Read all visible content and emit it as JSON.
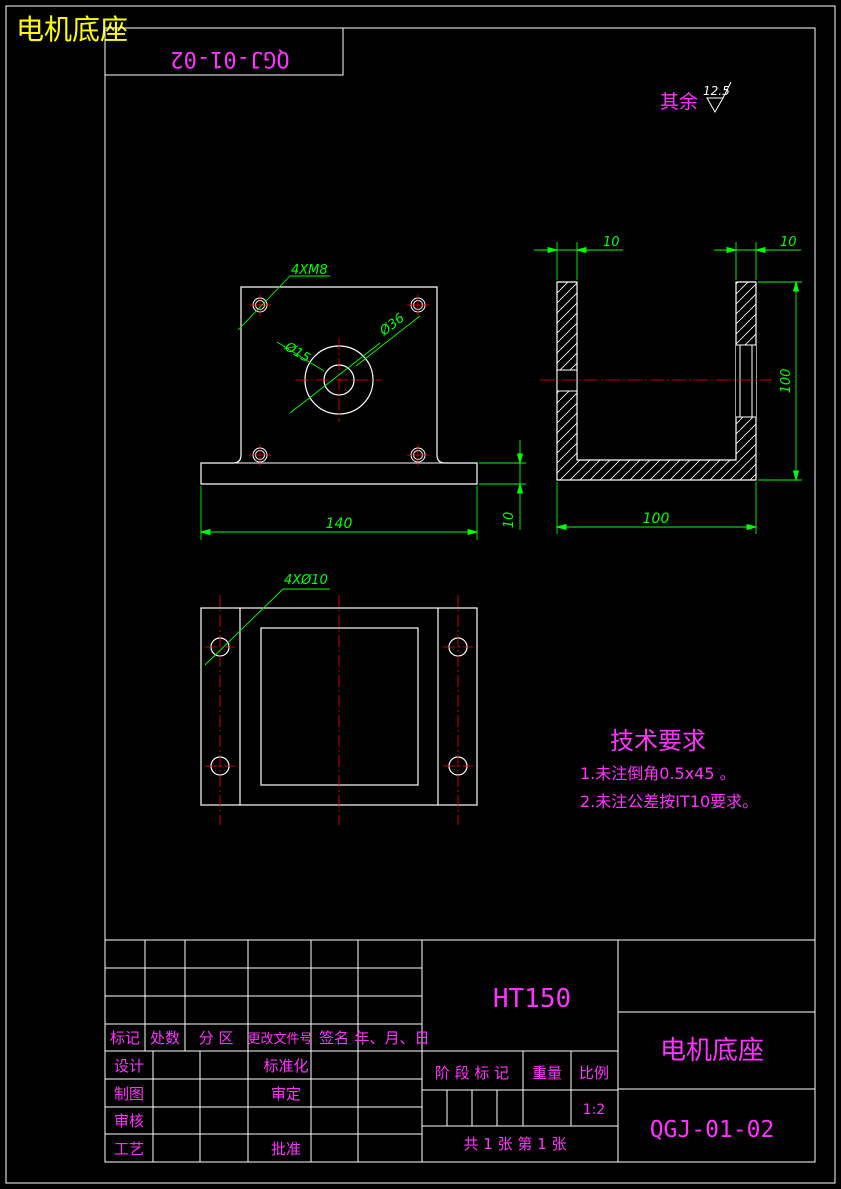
{
  "corner_title": "电机底座",
  "mirrored_code": "QGJ-01-02",
  "roughness": {
    "prefix": "其余",
    "value": "12.5"
  },
  "front_view": {
    "holes_label": "4XM8",
    "inner_dia": "Ø15",
    "outer_dia": "Ø36",
    "width": "140",
    "base_height": "10"
  },
  "side_view": {
    "wall_left": "10",
    "wall_right": "10",
    "height": "100",
    "width": "100"
  },
  "top_view": {
    "holes_label": "4XØ10"
  },
  "tech_requirements": {
    "title": "技术要求",
    "items": [
      "1.未注倒角0.5x45 。",
      "2.未注公差按IT10要求。"
    ]
  },
  "title_block": {
    "material": "HT150",
    "part_name": "电机底座",
    "drawing_no": "QGJ-01-02",
    "header_labels": [
      "标记",
      "处数",
      "分 区",
      "更改文件号",
      "签名",
      "年、月、日"
    ],
    "role_labels": [
      "设计",
      "制图",
      "审核",
      "工艺"
    ],
    "mid_labels": [
      "标准化",
      "审定",
      "批准"
    ],
    "stage_labels": [
      "阶 段 标 记",
      "重量",
      "比例"
    ],
    "scale": "1:2",
    "sheet_info": "共 1 张 第 1 张"
  }
}
